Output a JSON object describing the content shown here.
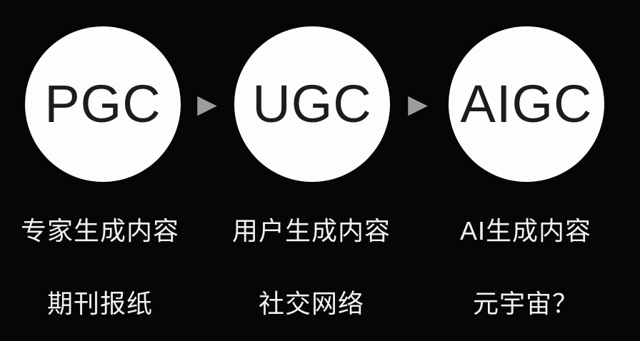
{
  "diagram": {
    "stages": [
      {
        "circle_label": "PGC",
        "description": "专家生成内容",
        "example": "期刊报纸"
      },
      {
        "circle_label": "UGC",
        "description": "用户生成内容",
        "example": "社交网络"
      },
      {
        "circle_label": "AIGC",
        "description": "AI生成内容",
        "example": "元宇宙？"
      }
    ],
    "arrow_glyph": "▶",
    "colors": {
      "background": "#060606",
      "circle_fill": "#fdfdfd",
      "circle_text": "#1c1c1c",
      "label_text": "#f2f2f2",
      "arrow": "#9c9c9c"
    }
  }
}
